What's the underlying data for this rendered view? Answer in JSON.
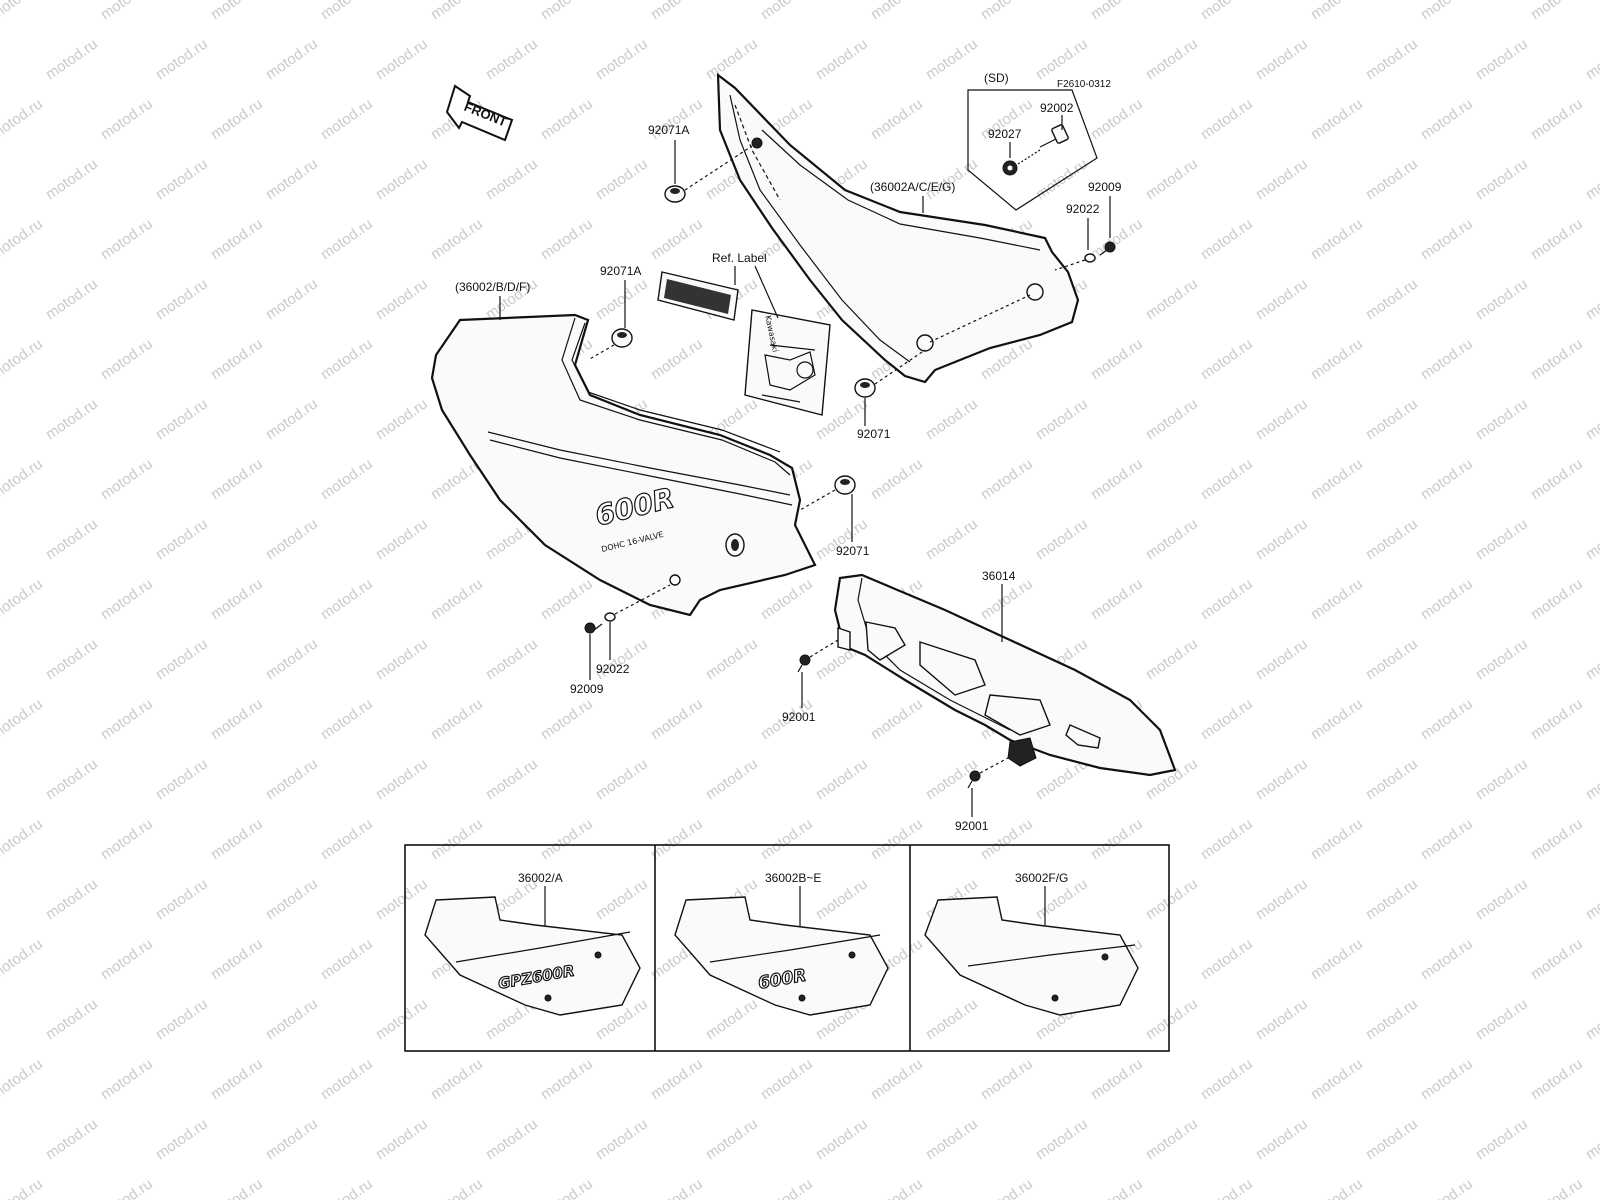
{
  "diagram": {
    "code": "F2610-0312",
    "front_arrow": "FRONT",
    "variant_box_header": "(SD)",
    "ref_label": "Ref. Label",
    "label_brand": "Kawasaki",
    "deco_600r": "600R",
    "deco_dohc": "DOHC 16-VALVE",
    "deco_gpz": "GPZ600R",
    "watermark": "motod.ru",
    "parts": {
      "p92071a_top": "92071A",
      "p36002acg": "(36002A/C/E/G)",
      "p92002": "92002",
      "p92027": "92027",
      "p92009_right": "92009",
      "p92022_right": "92022",
      "p36002bdf": "(36002/B/D/F)",
      "p92071a_mid": "92071A",
      "p92071_right": "92071",
      "p92071_mid": "92071",
      "p92022_left": "92022",
      "p92009_left": "92009",
      "p36014": "36014",
      "p92001_a": "92001",
      "p92001_b": "92001"
    },
    "variants": [
      {
        "label": "36002/A"
      },
      {
        "label": "36002B~E"
      },
      {
        "label": "36002F/G"
      }
    ]
  }
}
